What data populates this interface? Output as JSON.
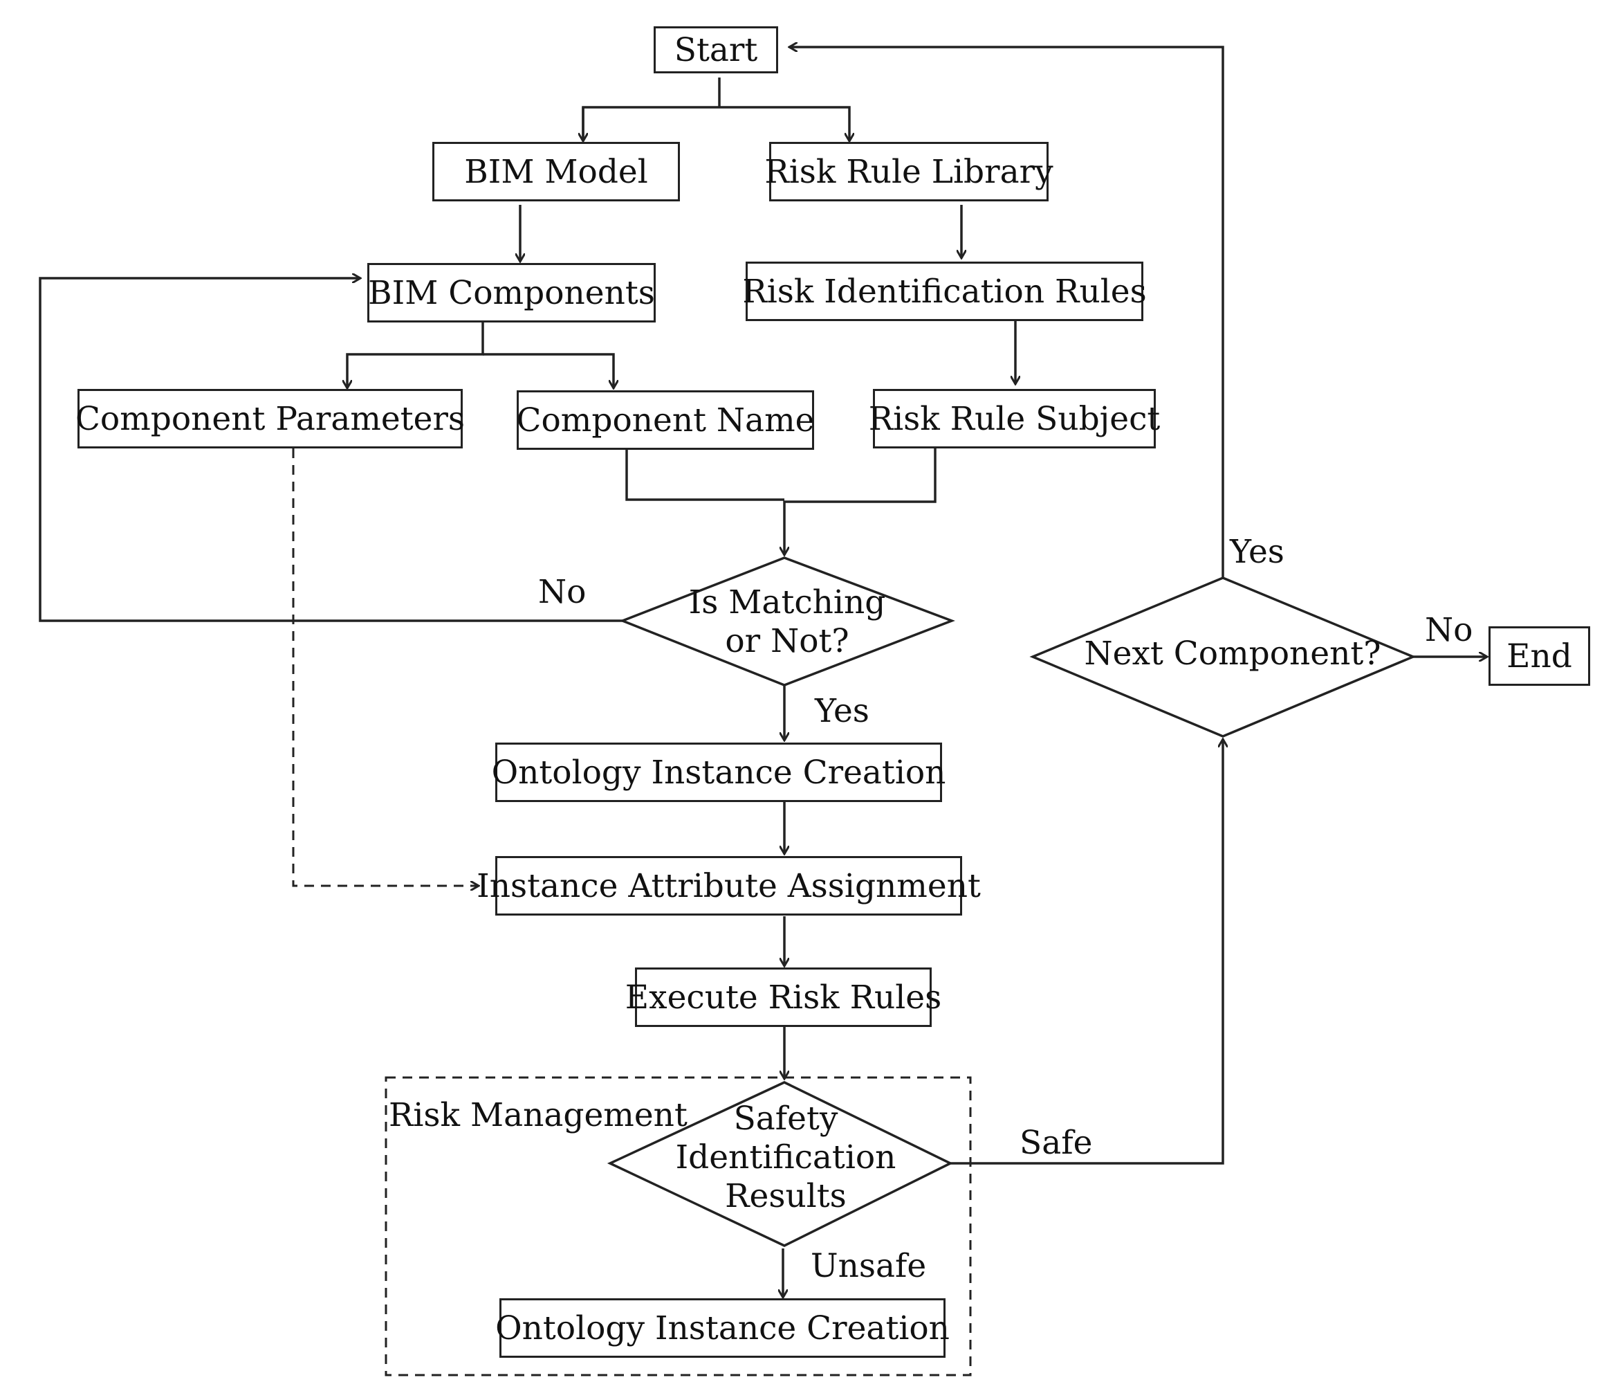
{
  "nodes": {
    "start": "Start",
    "bim_model": "BIM Model",
    "risk_rule_library": "Risk Rule Library",
    "bim_components": "BIM Components",
    "risk_identification_rules": "Risk Identification Rules",
    "component_parameters": "Component Parameters",
    "component_name": "Component Name",
    "risk_rule_subject": "Risk Rule Subject",
    "is_matching": [
      "Is Matching",
      "or Not?"
    ],
    "next_component": "Next Component?",
    "end": "End",
    "ontology_instance_creation_1": "Ontology Instance Creation",
    "instance_attribute_assignment": "Instance Attribute Assignment",
    "execute_risk_rules": "Execute Risk Rules",
    "safety_identification_results": [
      "Safety",
      "Identification",
      "Results"
    ],
    "ontology_instance_creation_2": "Ontology Instance Creation"
  },
  "group": {
    "risk_management": "Risk Management"
  },
  "edge_labels": {
    "no_match": "No",
    "yes_match": "Yes",
    "yes_next": "Yes",
    "no_next": "No",
    "safe": "Safe",
    "unsafe": "Unsafe"
  }
}
